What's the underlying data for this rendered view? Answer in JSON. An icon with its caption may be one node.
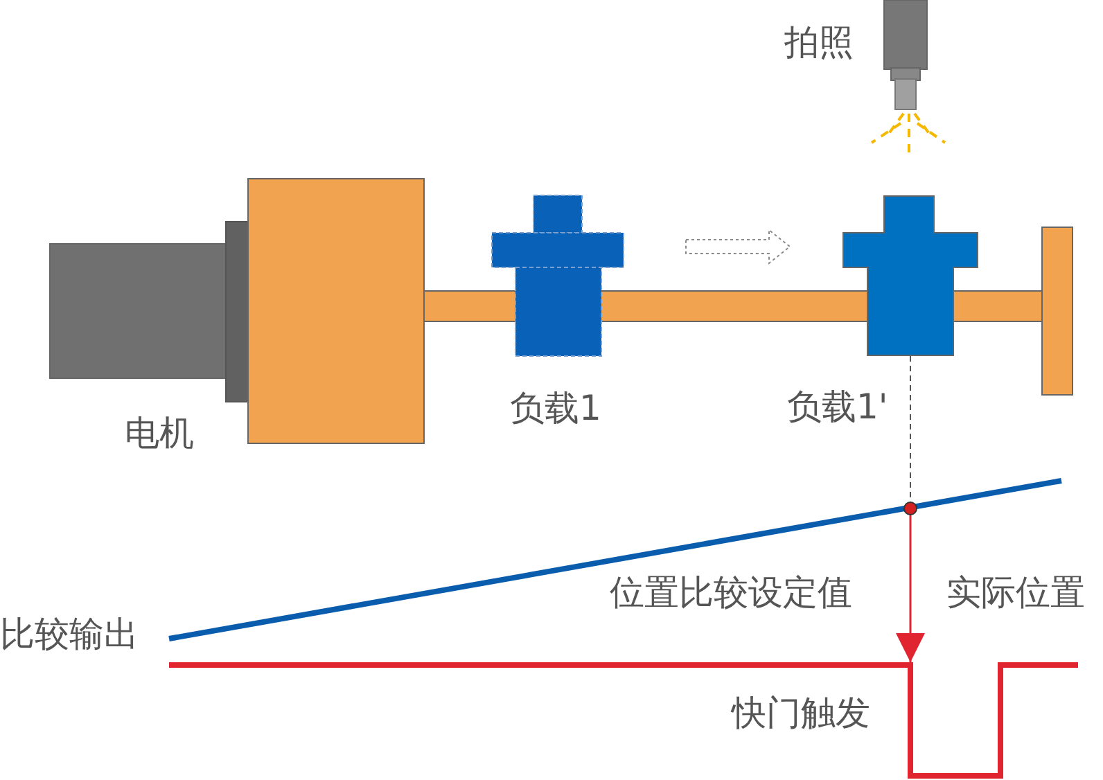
{
  "diagram": {
    "nodes": [
      {
        "text": [
          "负载1'"
        ]
      },
      {
        "text": [],
        "shape": "circle"
      }
    ],
    "edges": [
      {
        "from": 0,
        "to": 1,
        "arrow": "none",
        "style": "dashed",
        "color": "#555555"
      },
      {
        "from": 1,
        "to": null,
        "arrow": "to",
        "color": "#e02530"
      }
    ],
    "labels": [
      "拍照",
      "电机",
      "负载1",
      "位置比较设定值",
      "实际位置",
      "比较输出",
      "快门触发"
    ]
  }
}
